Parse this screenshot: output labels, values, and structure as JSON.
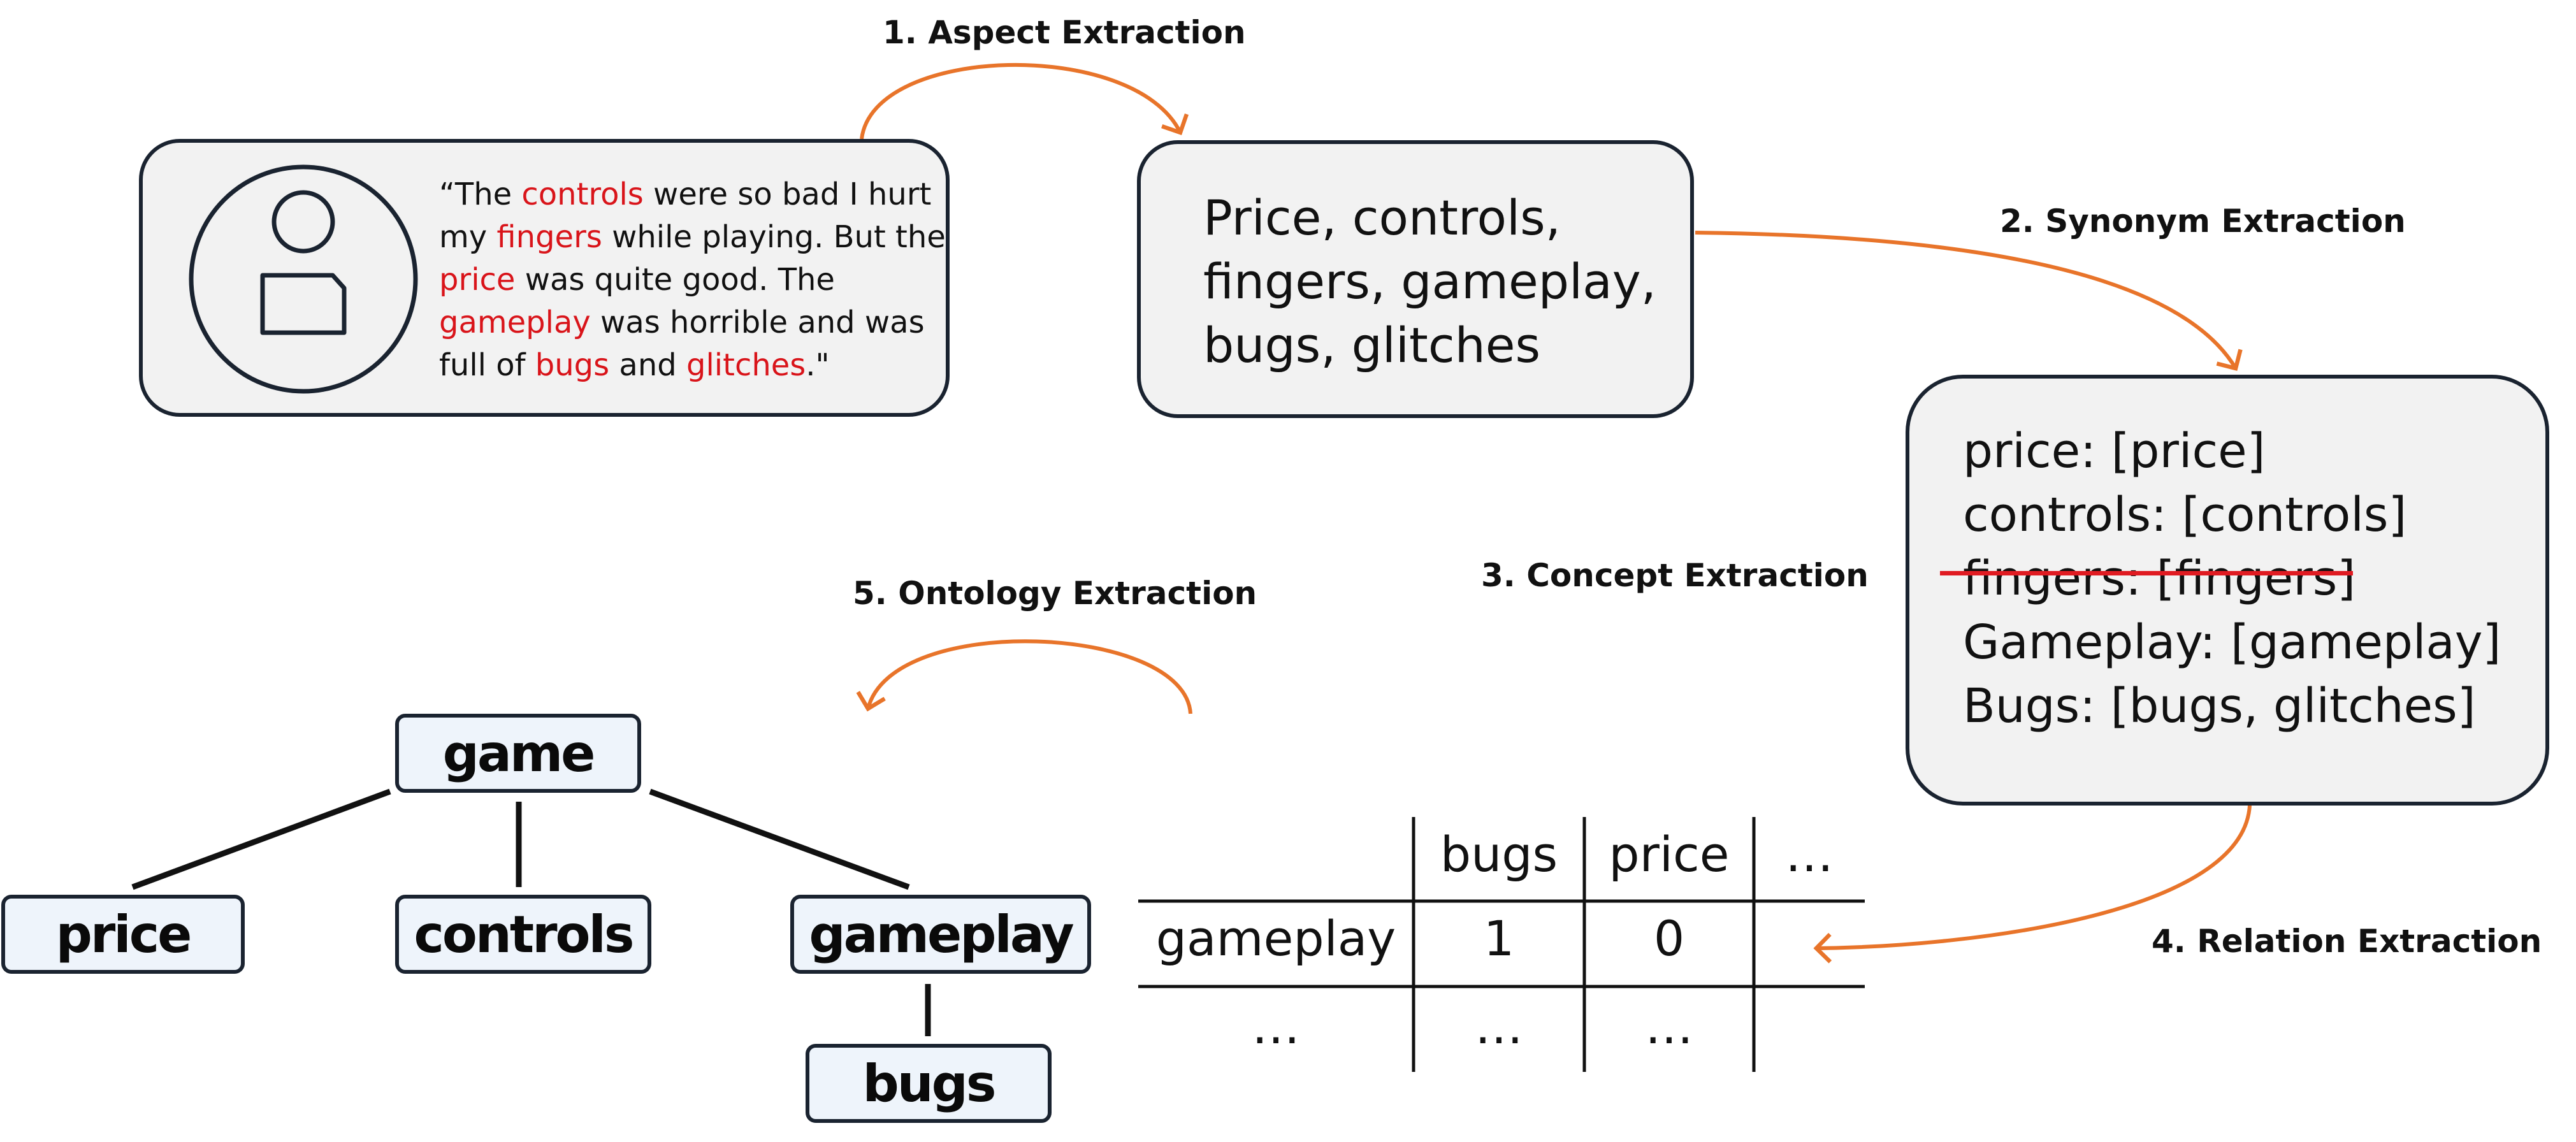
{
  "steps": {
    "s1": "1. Aspect Extraction",
    "s2": "2. Synonym Extraction",
    "s3": "3. Concept Extraction",
    "s4": "4. Relation Extraction",
    "s5": "5. Ontology Extraction"
  },
  "review": {
    "icon": "user-icon",
    "segments": [
      {
        "t": "“The ",
        "h": false
      },
      {
        "t": "controls",
        "h": true
      },
      {
        "t": " were so bad I hurt my ",
        "h": false
      },
      {
        "t": "fingers",
        "h": true
      },
      {
        "t": " while playing. But the ",
        "h": false
      },
      {
        "t": "price",
        "h": true
      },
      {
        "t": " was quite good. The ",
        "h": false
      },
      {
        "t": "gameplay",
        "h": true
      },
      {
        "t": " was horrible and was full of ",
        "h": false
      },
      {
        "t": "bugs",
        "h": true
      },
      {
        "t": " and ",
        "h": false
      },
      {
        "t": "glitches",
        "h": true
      },
      {
        "t": ".\"",
        "h": false
      }
    ]
  },
  "aspects": {
    "lines": [
      "Price, controls,",
      "fingers, gameplay,",
      "bugs, glitches"
    ]
  },
  "synonyms": {
    "lines": [
      {
        "text": "price: [price]",
        "struck": false
      },
      {
        "text": "controls: [controls]",
        "struck": false
      },
      {
        "text": "fingers: [fingers]",
        "struck": true
      },
      {
        "text": "Gameplay: [gameplay]",
        "struck": false
      },
      {
        "text": "Bugs: [bugs, glitches]",
        "struck": false
      }
    ]
  },
  "matrix": {
    "col_headers": [
      "bugs",
      "price",
      "…"
    ],
    "rows": [
      {
        "label": "gameplay",
        "cells": [
          "1",
          "0",
          ""
        ]
      },
      {
        "label": "…",
        "cells": [
          "…",
          "…",
          ""
        ]
      }
    ]
  },
  "ontology": {
    "root": "game",
    "children": [
      "price",
      "controls",
      "gameplay"
    ],
    "grandchild": "bugs"
  },
  "colors": {
    "arrow": "#e8742a",
    "highlight": "#d9141a",
    "strike": "#e01b22",
    "box_fill": "#f2f2f2",
    "node_fill": "#eef4fb",
    "border": "#1a2330"
  }
}
